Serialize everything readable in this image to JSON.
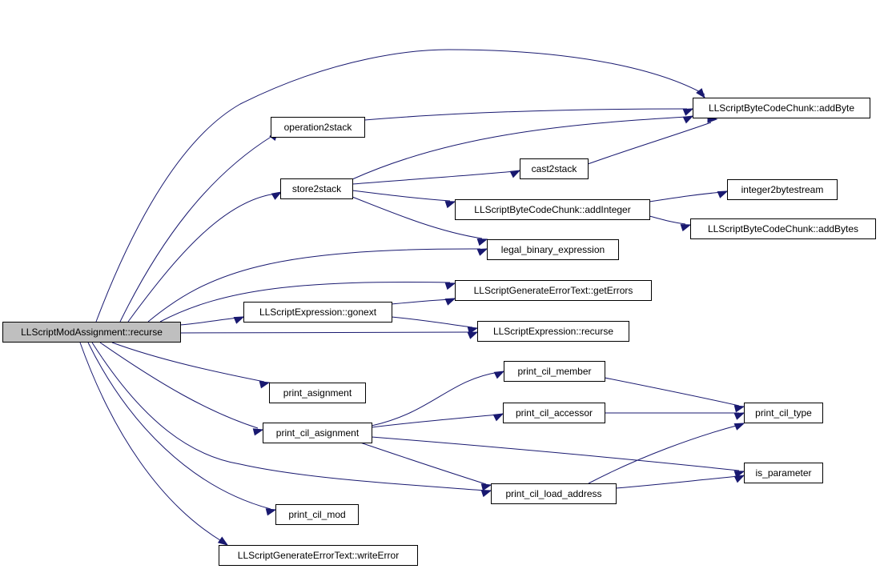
{
  "diagram": {
    "type": "call-graph",
    "edge_color": "#191970",
    "root_fill": "#bfbfbf",
    "nodes": [
      {
        "id": "root",
        "label": "LLScriptModAssignment::recurse"
      },
      {
        "id": "addByte",
        "label": "LLScriptByteCodeChunk::addByte"
      },
      {
        "id": "op2stack",
        "label": "operation2stack"
      },
      {
        "id": "cast2stack",
        "label": "cast2stack"
      },
      {
        "id": "store2stack",
        "label": "store2stack"
      },
      {
        "id": "int2bytes",
        "label": "integer2bytestream"
      },
      {
        "id": "addInteger",
        "label": "LLScriptByteCodeChunk::addInteger"
      },
      {
        "id": "addBytes",
        "label": "LLScriptByteCodeChunk::addBytes"
      },
      {
        "id": "legal",
        "label": "legal_binary_expression"
      },
      {
        "id": "getErrors",
        "label": "LLScriptGenerateErrorText::getErrors"
      },
      {
        "id": "gonext",
        "label": "LLScriptExpression::gonext"
      },
      {
        "id": "exprRecurse",
        "label": "LLScriptExpression::recurse"
      },
      {
        "id": "printAsign",
        "label": "print_asignment"
      },
      {
        "id": "cilMember",
        "label": "print_cil_member"
      },
      {
        "id": "cilAccessor",
        "label": "print_cil_accessor"
      },
      {
        "id": "cilType",
        "label": "print_cil_type"
      },
      {
        "id": "cilAsign",
        "label": "print_cil_asignment"
      },
      {
        "id": "isParam",
        "label": "is_parameter"
      },
      {
        "id": "cilLoad",
        "label": "print_cil_load_address"
      },
      {
        "id": "cilMod",
        "label": "print_cil_mod"
      },
      {
        "id": "writeError",
        "label": "LLScriptGenerateErrorText::writeError"
      }
    ],
    "edges": [
      [
        "root",
        "addByte"
      ],
      [
        "root",
        "op2stack"
      ],
      [
        "root",
        "store2stack"
      ],
      [
        "root",
        "legal"
      ],
      [
        "root",
        "getErrors"
      ],
      [
        "root",
        "gonext"
      ],
      [
        "root",
        "exprRecurse"
      ],
      [
        "root",
        "printAsign"
      ],
      [
        "root",
        "cilAsign"
      ],
      [
        "root",
        "cilLoad"
      ],
      [
        "root",
        "cilMod"
      ],
      [
        "root",
        "writeError"
      ],
      [
        "op2stack",
        "addByte"
      ],
      [
        "store2stack",
        "addByte"
      ],
      [
        "store2stack",
        "cast2stack"
      ],
      [
        "store2stack",
        "addInteger"
      ],
      [
        "store2stack",
        "legal"
      ],
      [
        "cast2stack",
        "addByte"
      ],
      [
        "addInteger",
        "int2bytes"
      ],
      [
        "addInteger",
        "addBytes"
      ],
      [
        "gonext",
        "getErrors"
      ],
      [
        "gonext",
        "exprRecurse"
      ],
      [
        "cilAsign",
        "cilMember"
      ],
      [
        "cilAsign",
        "cilAccessor"
      ],
      [
        "cilAsign",
        "isParam"
      ],
      [
        "cilAsign",
        "cilLoad"
      ],
      [
        "cilMember",
        "cilType"
      ],
      [
        "cilAccessor",
        "cilType"
      ],
      [
        "cilLoad",
        "cilType"
      ],
      [
        "cilLoad",
        "isParam"
      ]
    ]
  }
}
